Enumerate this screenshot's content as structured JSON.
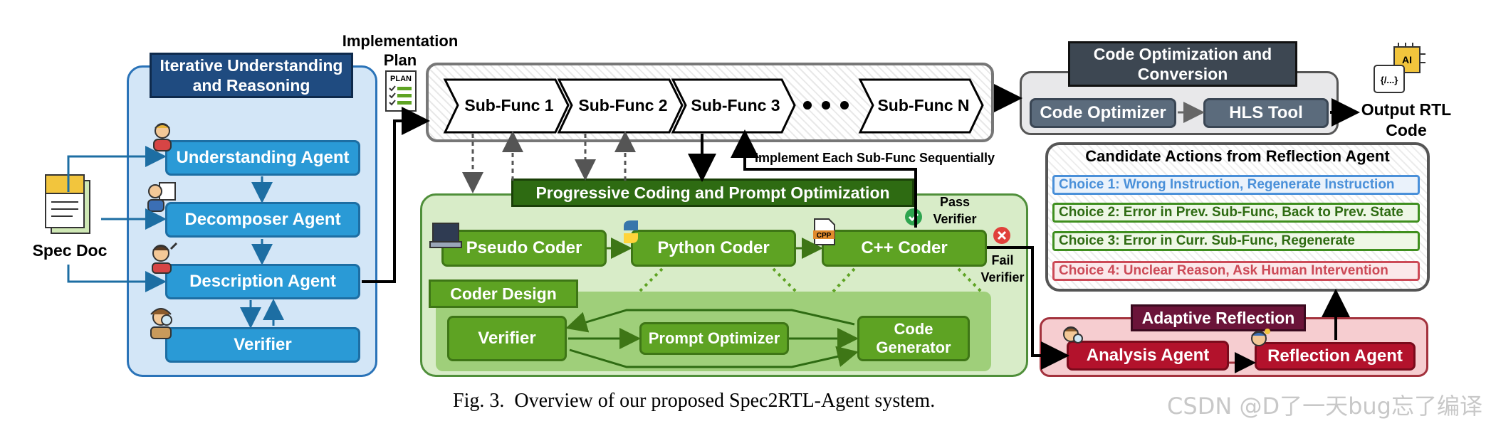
{
  "left_panel": {
    "title": "Iterative Understanding and Reasoning",
    "agents": [
      "Understanding Agent",
      "Decomposer Agent",
      "Description Agent",
      "Verifier"
    ]
  },
  "spec_doc": {
    "label": "Spec Doc"
  },
  "implementation_plan": {
    "label": "Implementation Plan",
    "icon_text": "PLAN"
  },
  "sub_funcs": [
    "Sub-Func 1",
    "Sub-Func 2",
    "Sub-Func 3",
    "Sub-Func N"
  ],
  "implement_label": "Implement Each Sub-Func Sequentially",
  "coding_panel": {
    "title": "Progressive Coding and Prompt Optimization",
    "coders": [
      "Pseudo Coder",
      "Python Coder",
      "C++ Coder"
    ],
    "cpp_icon_text": "CPP",
    "pass_label": "Pass Verifier",
    "fail_label": "Fail Verifier",
    "coder_design": {
      "title": "Coder Design",
      "items": [
        "Verifier",
        "Prompt Optimizer",
        "Code Generator"
      ]
    }
  },
  "optimization_panel": {
    "title": "Code Optimization and Conversion",
    "items": [
      "Code Optimizer",
      "HLS Tool"
    ]
  },
  "output": {
    "label": "Output RTL Code",
    "chip_text": "AI",
    "doc_text": "{/...}"
  },
  "candidate_actions": {
    "title": "Candidate Actions from Reflection Agent",
    "choices": [
      {
        "text": "Choice 1: Wrong Instruction, Regenerate Instruction",
        "color": "#4a90d9"
      },
      {
        "text": "Choice 2: Error in Prev. Sub-Func, Back to Prev. State",
        "color": "#3f8f1f"
      },
      {
        "text": "Choice 3: Error in Curr. Sub-Func, Regenerate",
        "color": "#3f8f1f"
      },
      {
        "text": "Choice 4: Unclear Reason, Ask Human Intervention",
        "color": "#cc4a57"
      }
    ]
  },
  "adaptive_reflection": {
    "title": "Adaptive Reflection",
    "agents": [
      "Analysis Agent",
      "Reflection Agent"
    ]
  },
  "caption": "Fig. 3.  Overview of our proposed Spec2RTL-Agent system.",
  "watermark": "CSDN @D了一天bug忘了编译"
}
